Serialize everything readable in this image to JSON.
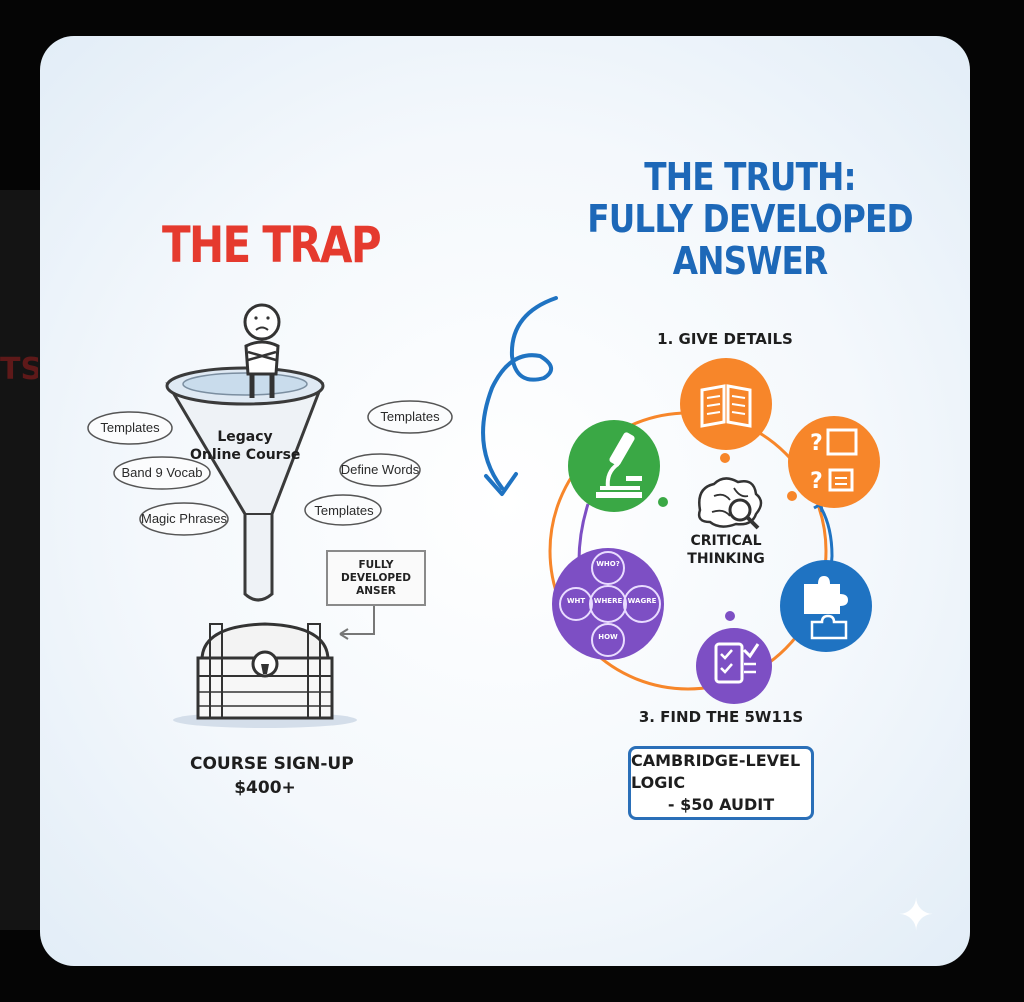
{
  "left": {
    "title": "THE TRAP",
    "funnel_label_line1": "Legacy",
    "funnel_label_line2": "Online Course",
    "chips": [
      "Templates",
      "Band 9 Vocab",
      "Magic Phrases",
      "Templates",
      "Define Words",
      "Templates"
    ],
    "box_line1": "FULLY",
    "box_line2": "DEVELOPED",
    "box_line3": "ANSER",
    "signup_line1": "COURSE SIGN-UP",
    "signup_line2": "$400+"
  },
  "right": {
    "title_line1": "THE TRUTH:",
    "title_line2": "FULLY DEVELOPED",
    "title_line3": "ANSWER",
    "step1": "1. GIVE DETAILS",
    "step3": "3. FIND THE 5W11S",
    "center_line1": "CRITICAL",
    "center_line2": "THINKING",
    "wheel_words": [
      "WHO?",
      "WHT",
      "WHERE",
      "WAGRE",
      "HOW"
    ],
    "audit_line1": "CAMBRIDGE-LEVEL LOGIC",
    "audit_line2": "- $50 AUDIT"
  },
  "colors": {
    "trap_red": "#e53a2e",
    "truth_blue": "#1d68b8",
    "orange": "#f7862a",
    "green": "#3aa845",
    "purple": "#7d4fc4",
    "blue_node": "#1f73c2"
  },
  "icons": [
    "person-icon",
    "funnel-icon",
    "treasure-chest-icon",
    "book-icon",
    "question-doc-icon",
    "microscope-icon",
    "brain-search-icon",
    "puzzle-icon",
    "checklist-icon",
    "sparkle-icon"
  ]
}
